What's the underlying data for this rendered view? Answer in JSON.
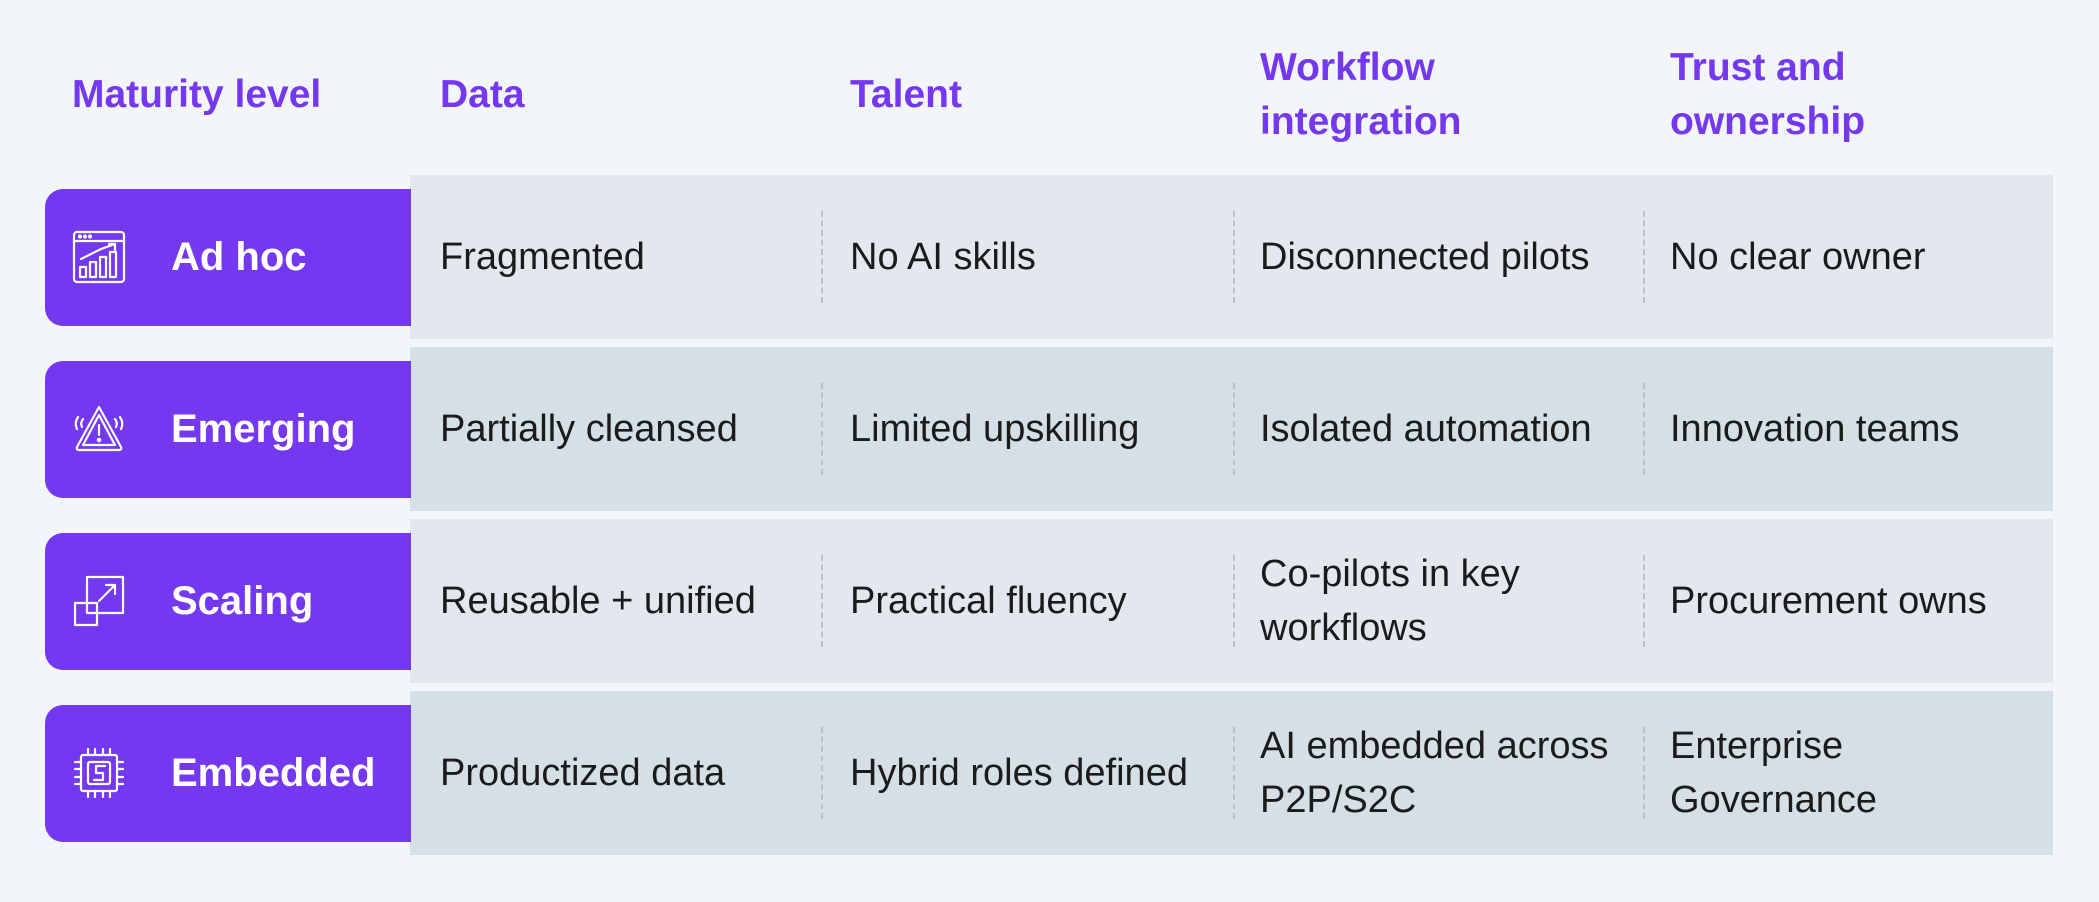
{
  "header": {
    "maturity_level": "Maturity level",
    "data": "Data",
    "talent": "Talent",
    "workflow_integration": "Workflow integration",
    "trust_ownership": "Trust and ownership"
  },
  "colors": {
    "accent": "#7338f0",
    "row_light": "#e3e8ee",
    "row_dark": "#d4dfe6",
    "page_bg": "#f2f5f9"
  },
  "rows": [
    {
      "level": "Ad hoc",
      "icon": "bar-chart-icon",
      "data": "Fragmented",
      "talent": "No AI skills",
      "workflow": "Disconnected pilots",
      "trust": "No clear owner"
    },
    {
      "level": "Emerging",
      "icon": "warning-icon",
      "data": "Partially cleansed",
      "talent": "Limited upskilling",
      "workflow": "Isolated automation",
      "trust": "Innovation teams"
    },
    {
      "level": "Scaling",
      "icon": "scale-up-icon",
      "data": "Reusable + unified",
      "talent": "Practical fluency",
      "workflow": "Co-pilots in key workflows",
      "trust": "Procurement owns"
    },
    {
      "level": "Embedded",
      "icon": "chip-icon",
      "data": "Productized data",
      "talent": "Hybrid roles defined",
      "workflow": "AI embedded across P2P/S2C",
      "trust": "Enterprise Governance"
    }
  ]
}
